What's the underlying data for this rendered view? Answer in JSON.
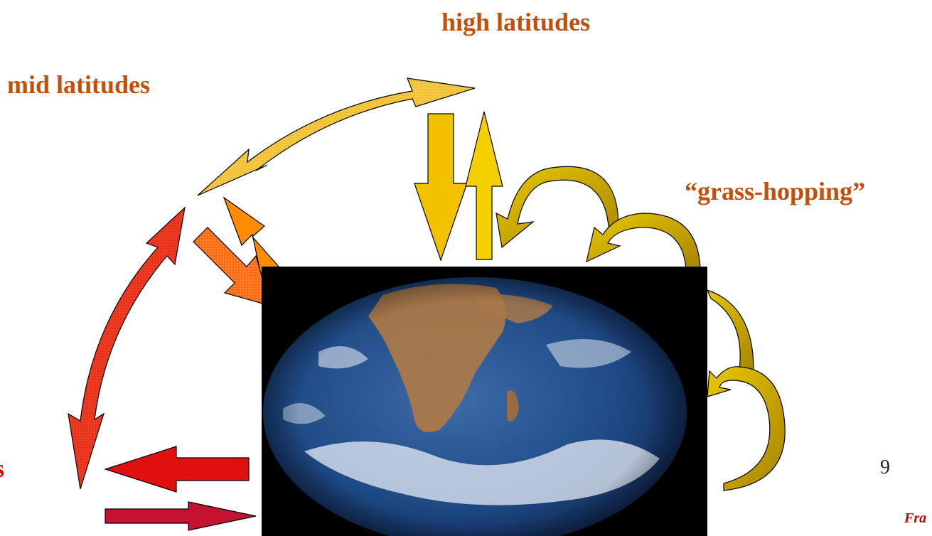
{
  "labels": {
    "high_latitudes": "high latitudes",
    "mid_latitudes": "mid latitudes",
    "grass_hopping": "“grass-hopping”",
    "tropics_fragment": "s"
  },
  "page_number": "9",
  "credit_fragment": "Fra",
  "colors": {
    "label": "#c0500a",
    "tropics_label": "#d01010",
    "yellow_arrow": "#f2c200",
    "gold_arrow": "#c9a400",
    "orange_arrow": "#ff8c00",
    "red_arrow": "#e02010",
    "crimson_arrow": "#c41230"
  }
}
